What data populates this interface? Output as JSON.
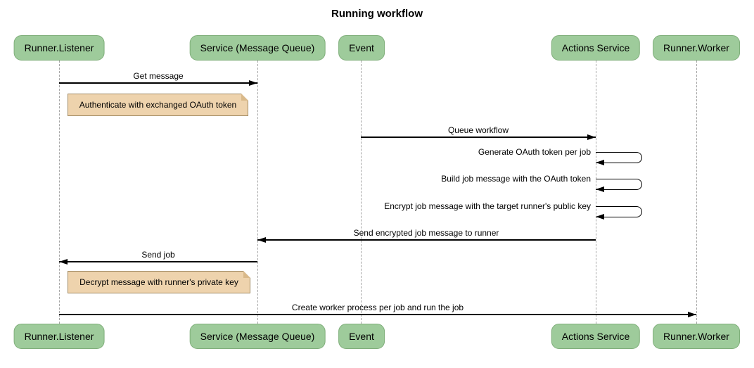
{
  "title": "Running workflow",
  "participants": [
    {
      "label": "Runner.Listener"
    },
    {
      "label": "Service (Message Queue)"
    },
    {
      "label": "Event"
    },
    {
      "label": "Actions Service"
    },
    {
      "label": "Runner.Worker"
    }
  ],
  "messages": [
    {
      "label": "Get message",
      "from": "Runner.Listener",
      "to": "Service (Message Queue)",
      "type": "solid-arrow"
    },
    {
      "label": "Queue workflow",
      "from": "Event",
      "to": "Actions Service",
      "type": "solid-arrow"
    },
    {
      "label": "Generate OAuth token per job",
      "from": "Actions Service",
      "to": "Actions Service",
      "type": "self-message"
    },
    {
      "label": "Build job message with the OAuth token",
      "from": "Actions Service",
      "to": "Actions Service",
      "type": "self-message"
    },
    {
      "label": "Encrypt job message with the target runner's public key",
      "from": "Actions Service",
      "to": "Actions Service",
      "type": "self-message"
    },
    {
      "label": "Send encrypted job message to runner",
      "from": "Actions Service",
      "to": "Service (Message Queue)",
      "type": "solid-arrow"
    },
    {
      "label": "Send job",
      "from": "Service (Message Queue)",
      "to": "Runner.Listener",
      "type": "solid-arrow"
    },
    {
      "label": "Create worker process per job and run the job",
      "from": "Runner.Listener",
      "to": "Runner.Worker",
      "type": "solid-arrow"
    }
  ],
  "notes": [
    {
      "label": "Authenticate with exchanged OAuth token",
      "anchor": "Runner.Listener"
    },
    {
      "label": "Decrypt message with runner's private key",
      "anchor": "Runner.Listener"
    }
  ],
  "colors": {
    "background": "#ffffff",
    "participant_fill": "#9ecb9b",
    "participant_border": "#7fae7a",
    "note_fill": "#eed3ad",
    "note_border": "#a18a63",
    "note_fold": "#d9b98a",
    "lifeline": "#a6a6a6",
    "arrow": "#000000"
  }
}
